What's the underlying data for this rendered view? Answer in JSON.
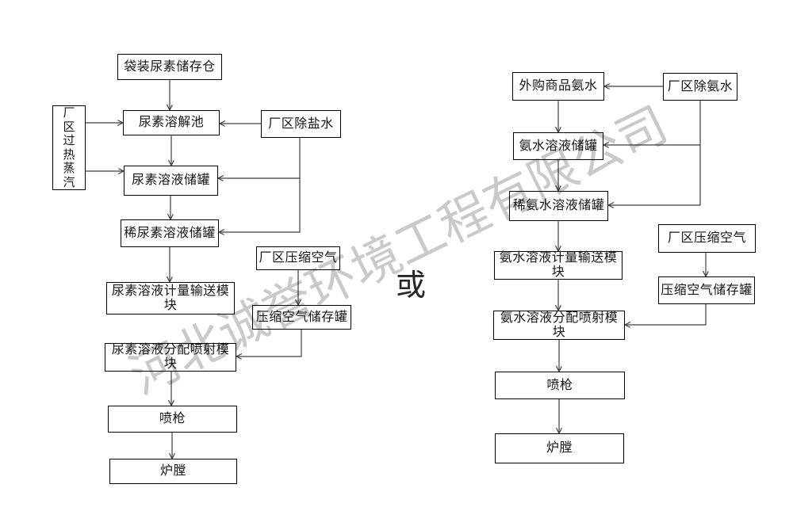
{
  "watermark_text": "河北诚誉环境工程有限公司",
  "or_label": "或",
  "left_flow": {
    "bag_storage": "袋装尿素储存仓",
    "steam_supply": "厂区过热蒸汽",
    "dissolving_pool": "尿素溶解池",
    "desalted_water": "厂区除盐水",
    "solution_tank": "尿素溶液储罐",
    "dilute_solution_tank": "稀尿素溶液储罐",
    "compressed_air": "厂区压缩空气",
    "metering_module": "尿素溶液计量输送模块",
    "air_storage_tank": "压缩空气储存罐",
    "injection_module": "尿素溶液分配喷射模块",
    "spray_gun": "喷枪",
    "furnace": "炉膛"
  },
  "right_flow": {
    "purchased_ammonia": "外购商品氨水",
    "plant_ammonia": "厂区除氨水",
    "solution_tank": "氨水溶液储罐",
    "dilute_solution_tank": "稀氨水溶液储罐",
    "compressed_air": "厂区压缩空气",
    "metering_module": "氨水溶液计量输送模块",
    "air_storage_tank": "压缩空气储存罐",
    "injection_module": "氨水溶液分配喷射模块",
    "spray_gun": "喷枪",
    "furnace": "炉膛"
  },
  "colors": {
    "line": "#3f3f3f",
    "border": "#000000",
    "watermark": "rgba(0,0,0,0.21)"
  }
}
